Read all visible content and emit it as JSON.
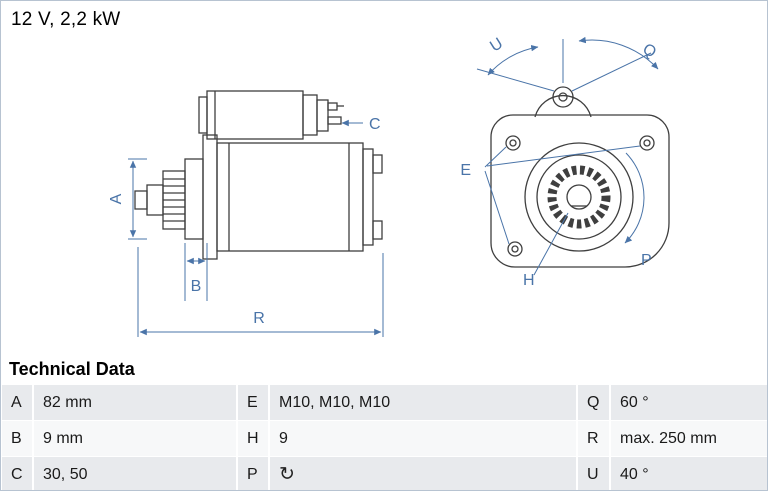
{
  "page": {
    "title": "12 V, 2,2 kW"
  },
  "colors": {
    "dimension_blue": "#4a74a8",
    "drawing_line": "#3f3f3f",
    "row_shaded": "#e8eaed",
    "row_light": "#f7f8f9",
    "page_border": "#b7c3d1"
  },
  "drawing": {
    "labels": {
      "A": "A",
      "B": "B",
      "C": "C",
      "R": "R",
      "U": "U",
      "Q": "Q",
      "E": "E",
      "H": "H",
      "P": "P"
    }
  },
  "technical_data": {
    "heading": "Technical Data",
    "rows": [
      {
        "c1k": "A",
        "c1v": "82 mm",
        "c2k": "E",
        "c2v": "M10, M10, M10",
        "c3k": "Q",
        "c3v": "60 °"
      },
      {
        "c1k": "B",
        "c1v": "9 mm",
        "c2k": "H",
        "c2v": "9",
        "c3k": "R",
        "c3v": "max. 250 mm"
      },
      {
        "c1k": "C",
        "c1v": "30, 50",
        "c2k": "P",
        "c3k": "U",
        "c3v": "40 °"
      }
    ],
    "p_icon": {
      "name": "rotation-direction-icon",
      "glyph": "↻"
    }
  }
}
